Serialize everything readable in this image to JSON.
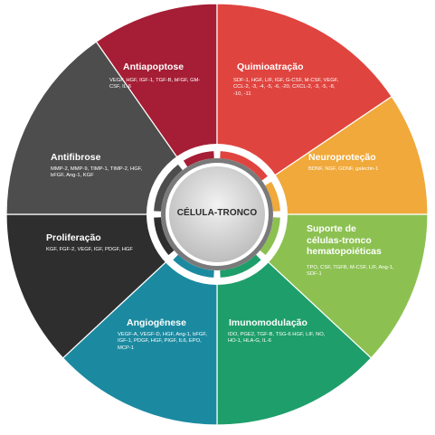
{
  "center": {
    "label": "CÉLULA-TRONCO"
  },
  "segments": [
    {
      "id": "antiapoptose",
      "title": "Antiapoptose",
      "items": "VEGF, HGF, IGF-1, TGF-B, bFGF, GM-CSF, IL-6",
      "color": "#a51e35"
    },
    {
      "id": "quimioatracao",
      "title": "Quimioatração",
      "items": "SDF-1, HGF, LIF, IGF, G-CSF, M-CSF, VEGF, CCL-2, -3, -4, -5, -6, -20, CXCL-2, -3, -5, -8, -10, -11",
      "color": "#e0443f"
    },
    {
      "id": "neuroprotecao",
      "title": "Neuroproteção",
      "items": "BDNF, NGF, GDNF, galectin-1",
      "color": "#f0a93a"
    },
    {
      "id": "suporte",
      "title": "Suporte de células-tronco hematopoiéticas",
      "title_lines": [
        "Suporte de",
        "células-tronco",
        "hematopoiéticas"
      ],
      "items": "TPO, CSF, TGFB, M-CSF, LIF, Ang-1, SDF-1",
      "color": "#8cc152"
    },
    {
      "id": "imunomodulacao",
      "title": "Imunomodulação",
      "items": "IDO, PGE2, TGF-B, TSG-6 HGF, LIF, NO, HO-1, HLA-G, IL-6",
      "color": "#1e9e6a"
    },
    {
      "id": "angiogenese",
      "title": "Angiogênese",
      "items": "VEGF-A, VEGF-D, HGF, Ang-1, bFGF, IGF-1, PDGF, HGF, PIGF, IL6, EPO, MCP-1",
      "color": "#1b8aa0"
    },
    {
      "id": "proliferacao",
      "title": "Proliferação",
      "items": "KGF, FGF-2, VEGF, IGF, PDGF, HGF",
      "color": "#2e2e2e"
    },
    {
      "id": "antifibrose",
      "title": "Antifibrose",
      "items": "MMP-2, MMP-9, TIMP-1, TIMP-2, HGF, bFGF, Ang-1, KGF",
      "color": "#4d4d4d"
    }
  ]
}
